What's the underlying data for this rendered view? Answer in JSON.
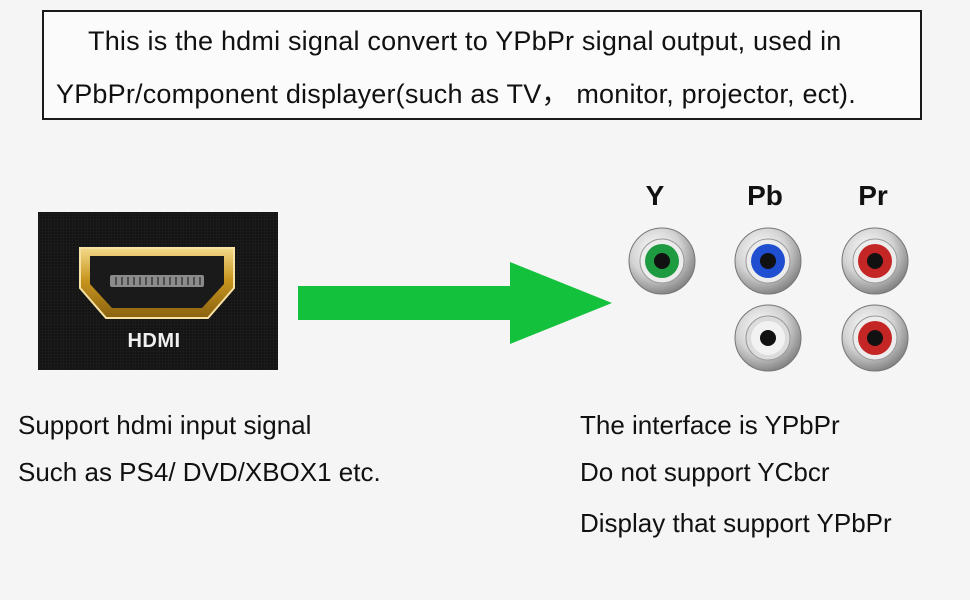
{
  "intro": {
    "line1": "This is the hdmi signal convert  to YPbPr  signal output, used in",
    "line2": "YPbPr/component displayer(such as TV， monitor, projector, ect)."
  },
  "hdmi": {
    "label": "HDMI"
  },
  "ports": {
    "y_label": "Y",
    "pb_label": "Pb",
    "pr_label": "Pr",
    "colors": {
      "y": "#1e9a40",
      "pb": "#1f4fd0",
      "pr": "#c42626",
      "white": "#f2f2f2",
      "arrow": "#14c13c"
    }
  },
  "captions": {
    "left1": "Support hdmi input signal",
    "left2": "Such as  PS4/ DVD/XBOX1 etc.",
    "right1": "The  interface is YPbPr",
    "right2": "Do not  support YCbcr",
    "right3": "Display that support  YPbPr"
  }
}
